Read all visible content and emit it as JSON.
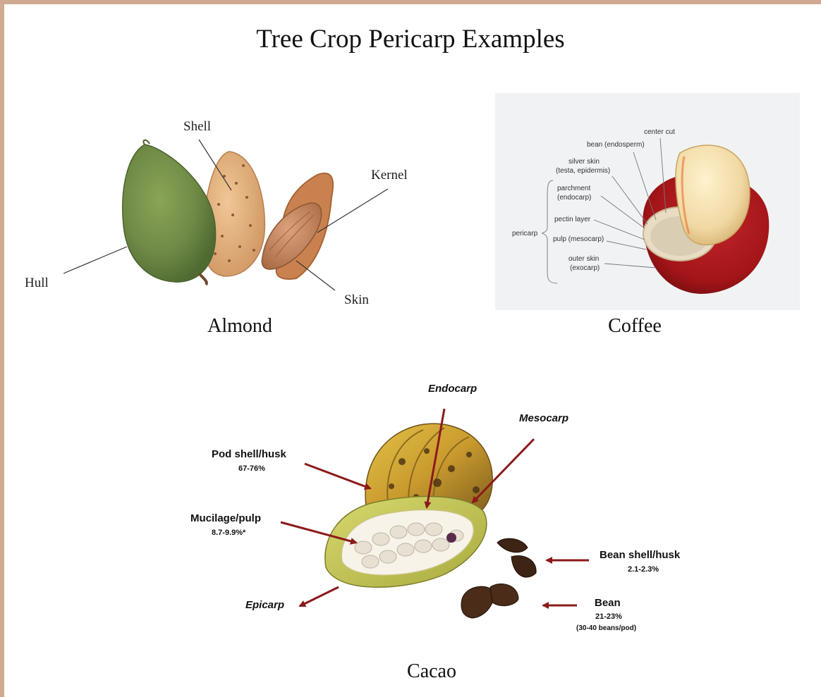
{
  "title": "Tree Crop Pericarp Examples",
  "almond": {
    "caption": "Almond",
    "labels": {
      "shell": "Shell",
      "kernel": "Kernel",
      "hull": "Hull",
      "skin": "Skin"
    }
  },
  "coffee": {
    "caption": "Coffee",
    "labels": {
      "center_cut": "center cut",
      "bean": "bean (endosperm)",
      "silver_skin_1": "silver skin",
      "silver_skin_2": "(testa, epidermis)",
      "parchment_1": "parchment",
      "parchment_2": "(endocarp)",
      "pectin": "pectin layer",
      "pulp": "pulp (mesocarp)",
      "outer_skin_1": "outer skin",
      "outer_skin_2": "(exocarp)",
      "pericarp": "pericarp"
    }
  },
  "cacao": {
    "caption": "Cacao",
    "labels": {
      "endocarp": "Endocarp",
      "mesocarp": "Mesocarp",
      "pod_shell": "Pod shell/husk",
      "pod_shell_pct": "67-76%",
      "mucilage": "Mucilage/pulp",
      "mucilage_pct": "8.7-9.9%*",
      "epicarp": "Epicarp",
      "bean_shell": "Bean shell/husk",
      "bean_shell_pct": "2.1-2.3%",
      "bean": "Bean",
      "bean_pct": "21-23%",
      "bean_note": "(30-40 beans/pod)"
    },
    "colors": {
      "arrow": "#8b1a1a"
    }
  }
}
